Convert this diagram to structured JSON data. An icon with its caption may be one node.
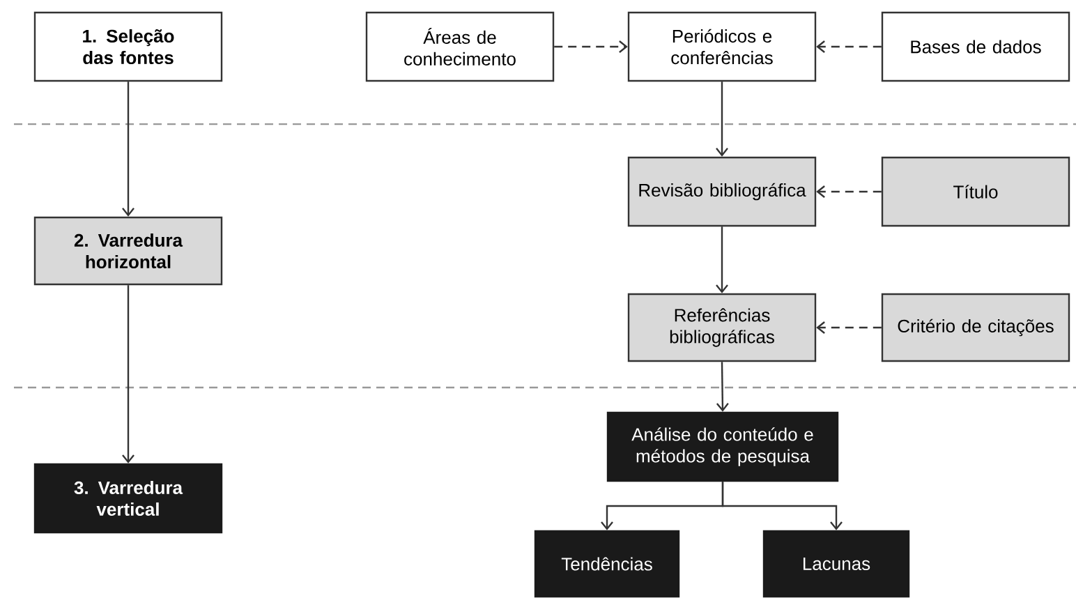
{
  "diagram": {
    "nodes": [
      {
        "text": [
          "1. Seleção das fontes"
        ]
      },
      {
        "text": [
          "2. Varredura horizontal"
        ]
      },
      {
        "text": [
          "3. Varredura vertical"
        ]
      },
      {
        "text": [
          "Áreas de conhecimento"
        ]
      },
      {
        "text": [
          "Periódicos e conferências"
        ]
      },
      {
        "text": [
          "Bases de dados"
        ]
      },
      {
        "text": [
          "Revisão bibliográfica"
        ]
      },
      {
        "text": [
          "Título"
        ]
      },
      {
        "text": [
          "Referências bibliográficas"
        ]
      },
      {
        "text": [
          "Critério de citações"
        ]
      },
      {
        "text": [
          "Análise do conteúdo e métodos de pesquisa"
        ]
      },
      {
        "text": [
          "Tendências"
        ]
      },
      {
        "text": [
          "Lacunas"
        ]
      }
    ],
    "edges": [
      {
        "from": 0,
        "to": 1,
        "arrow": "to"
      },
      {
        "from": 1,
        "to": 2,
        "arrow": "to"
      },
      {
        "from": 3,
        "to": 4,
        "arrow": "to",
        "style": "dashed"
      },
      {
        "from": 5,
        "to": 4,
        "arrow": "to",
        "style": "dashed"
      },
      {
        "from": 4,
        "to": 6,
        "arrow": "to"
      },
      {
        "from": 7,
        "to": 6,
        "arrow": "to",
        "style": "dashed"
      },
      {
        "from": 6,
        "to": 8,
        "arrow": "to"
      },
      {
        "from": 9,
        "to": 8,
        "arrow": "to",
        "style": "dashed"
      },
      {
        "from": 8,
        "to": 10,
        "arrow": "to"
      },
      {
        "from": 10,
        "to": 11,
        "arrow": "to"
      },
      {
        "from": 10,
        "to": 12,
        "arrow": "to"
      }
    ]
  }
}
